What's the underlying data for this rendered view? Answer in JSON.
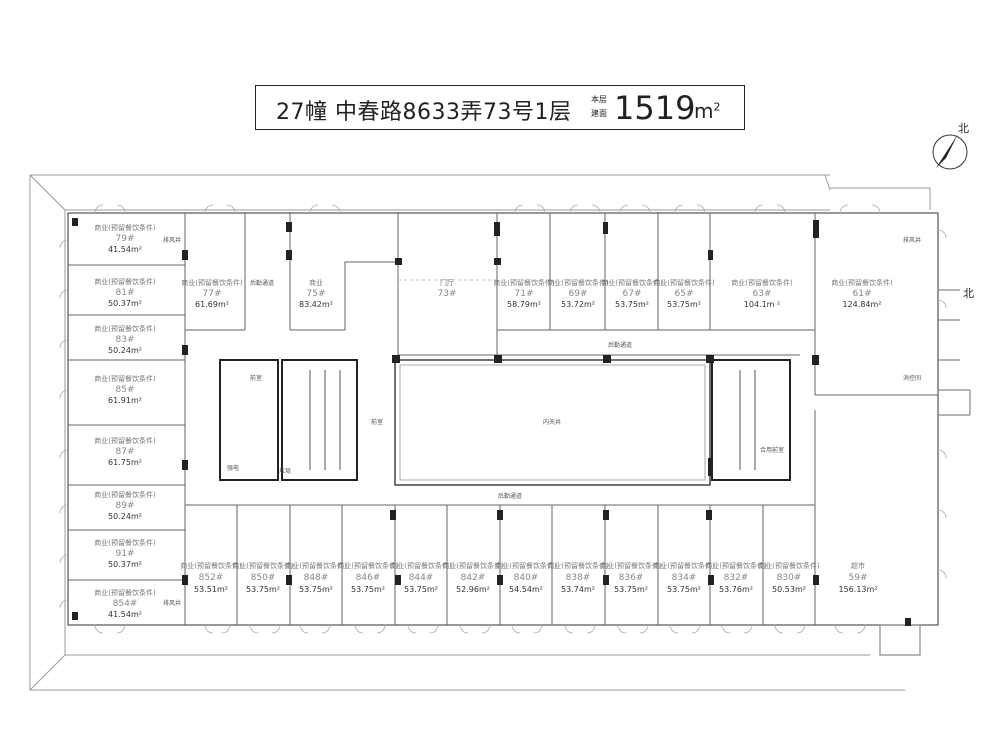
{
  "title": {
    "main": "27幢 中春路8633弄73号1层",
    "area_label_line1": "本层",
    "area_label_line2": "建面",
    "area_value": "1519",
    "area_unit": "m"
  },
  "compass": {
    "north_label": "北"
  },
  "edge_label": "北",
  "units_top": [
    {
      "id": "71",
      "use": "商业(预留餐饮条件)",
      "num": "71#",
      "area": "58.79m²"
    },
    {
      "id": "69",
      "use": "商业(预留餐饮条件)",
      "num": "69#",
      "area": "53.72m²"
    },
    {
      "id": "67",
      "use": "商业(预留餐饮条件)",
      "num": "67#",
      "area": "53.75m²"
    },
    {
      "id": "65",
      "use": "商业(预留餐饮条件)",
      "num": "65#",
      "area": "53.75m²"
    },
    {
      "id": "63",
      "use": "商业(预留餐饮条件)",
      "num": "63#",
      "area": "104.1m ²"
    },
    {
      "id": "61",
      "use": "商业(预留餐饮条件)",
      "num": "61#",
      "area": "124.84m²"
    }
  ],
  "units_left": [
    {
      "id": "79",
      "use": "商业(预留餐饮条件)",
      "num": "79#",
      "area": "41.54m²"
    },
    {
      "id": "81",
      "use": "商业(预留餐饮条件)",
      "num": "81#",
      "area": "50.37m²"
    },
    {
      "id": "83",
      "use": "商业(预留餐饮条件)",
      "num": "83#",
      "area": "50.24m²"
    },
    {
      "id": "85",
      "use": "商业(预留餐饮条件)",
      "num": "85#",
      "area": "61.91m²"
    },
    {
      "id": "87",
      "use": "商业(预留餐饮条件)",
      "num": "87#",
      "area": "61.75m²"
    },
    {
      "id": "89",
      "use": "商业(预留餐饮条件)",
      "num": "89#",
      "area": "50.24m²"
    },
    {
      "id": "91",
      "use": "商业(预留餐饮条件)",
      "num": "91#",
      "area": "50.37m²"
    },
    {
      "id": "854",
      "use": "商业(预留餐饮条件)",
      "num": "854#",
      "area": "41.54m²"
    }
  ],
  "units_upper_mid": [
    {
      "id": "77",
      "use": "商业(预留餐饮条件)",
      "num": "77#",
      "area": "61.69m²"
    },
    {
      "id": "75",
      "use": "商业",
      "num": "75#",
      "area": "83.42m²"
    },
    {
      "id": "73",
      "use": "门厅",
      "num": "73#",
      "area": ""
    }
  ],
  "units_bottom": [
    {
      "id": "852",
      "use": "商业(预留餐饮条件)",
      "num": "852#",
      "area": "53.51m²"
    },
    {
      "id": "850",
      "use": "商业(预留餐饮条件)",
      "num": "850#",
      "area": "53.75m²"
    },
    {
      "id": "848",
      "use": "商业(预留餐饮条件)",
      "num": "848#",
      "area": "53.75m²"
    },
    {
      "id": "846",
      "use": "商业(预留餐饮条件)",
      "num": "846#",
      "area": "53.75m²"
    },
    {
      "id": "844",
      "use": "商业(预留餐饮条件)",
      "num": "844#",
      "area": "53.75m²"
    },
    {
      "id": "842",
      "use": "商业(预留餐饮条件)",
      "num": "842#",
      "area": "52.96m²"
    },
    {
      "id": "840",
      "use": "商业(预留餐饮条件)",
      "num": "840#",
      "area": "54.54m²"
    },
    {
      "id": "838",
      "use": "商业(预留餐饮条件)",
      "num": "838#",
      "area": "53.74m²"
    },
    {
      "id": "836",
      "use": "商业(预留餐饮条件)",
      "num": "836#",
      "area": "53.75m²"
    },
    {
      "id": "834",
      "use": "商业(预留餐饮条件)",
      "num": "834#",
      "area": "53.75m²"
    },
    {
      "id": "832",
      "use": "商业(预留餐饮条件)",
      "num": "832#",
      "area": "53.76m²"
    },
    {
      "id": "830",
      "use": "商业(预留餐饮条件)",
      "num": "830#",
      "area": "50.53m²"
    },
    {
      "id": "59",
      "use": "超市",
      "num": "59#",
      "area": "156.13m²"
    }
  ],
  "labels": {
    "back_corridor_top": "后勤通道",
    "back_corridor_left": "后勤通道",
    "back_corridor_bottom": "后勤通道",
    "atrium": "内天井",
    "lobby": "前室",
    "core_stair": "前室",
    "power": "强电",
    "smoke_top": "排风井",
    "smoke_left": "排风井",
    "smoke_right": "排风井",
    "fire_control": "消控间",
    "trash": "垃圾",
    "shared_corridor": "合用前室"
  }
}
